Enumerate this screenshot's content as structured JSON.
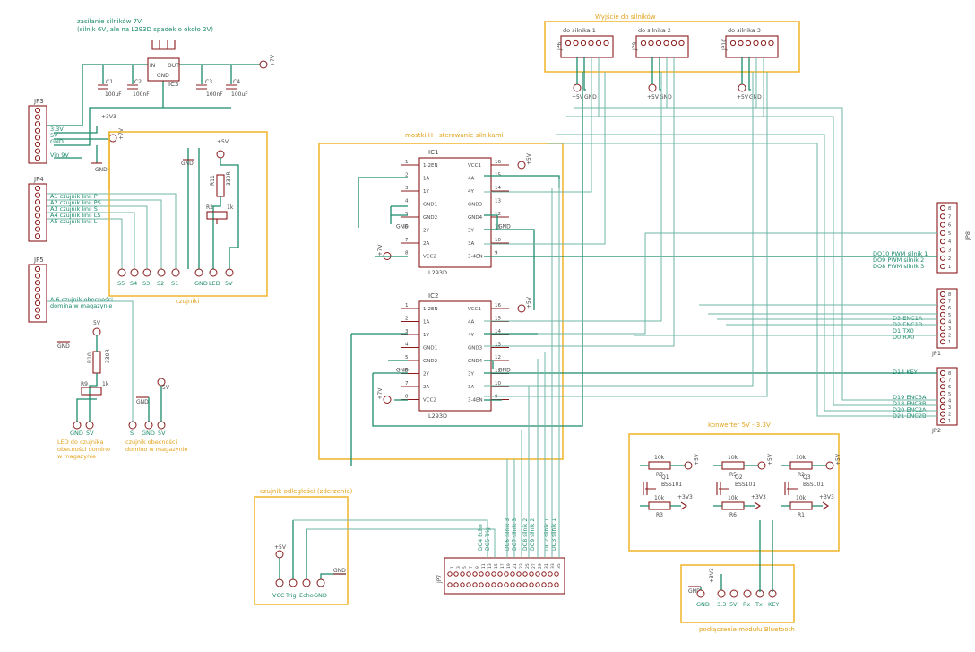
{
  "power_section": {
    "note_line1": "zasilanie silników 7V",
    "note_line2": "(silnik 6V, ale na L293D spadek o około 2V)",
    "regulator": "IC3",
    "reg_in": "IN",
    "reg_out": "OUT",
    "reg_gnd": "GND",
    "c1_name": "C1",
    "c1_val": "100uF",
    "c2_name": "C2",
    "c2_val": "100nF",
    "c3_name": "C3",
    "c3_val": "100nF",
    "c4_name": "C4",
    "c4_val": "100uF",
    "out_label": "+7V",
    "v33_label": "+3V3"
  },
  "jp3": {
    "name": "JP3",
    "lines": [
      "3.3V",
      "5V",
      "GND",
      "Vin 9V"
    ],
    "gnd": "GND",
    "plus7": "+7V"
  },
  "jp4": {
    "name": "JP4",
    "lines": [
      "A1 czujnik linii P",
      "A2 czujnik linii PS",
      "A3 czujnik linii S",
      "A4 czujnik linii LS",
      "A5 czujnik linii L"
    ]
  },
  "jp5": {
    "name": "JP5",
    "lines": [
      "A 6 czujnik obecności",
      "domina w magazynie"
    ]
  },
  "line_sensors": {
    "title": "czujniki",
    "gnd": "GND",
    "plus5": "+5V",
    "r_name": "R11",
    "r_val": "330R",
    "pot_name": "R2",
    "pot_val": "1k",
    "pins": [
      "S5",
      "S4",
      "S3",
      "S2",
      "S1",
      "GND",
      "LED",
      "5V"
    ]
  },
  "led_block": {
    "plus5": "5V",
    "gnd": "GND",
    "r_name": "R10",
    "r_val": "330R",
    "pot_name": "R9",
    "pot_val": "1k",
    "pins": [
      "GND",
      "5V"
    ],
    "caption": [
      "LED do czujnika",
      "obecności domino",
      "w magazynie"
    ]
  },
  "presence_sensor": {
    "gnd": "GND",
    "plus5": "+5V",
    "pins": [
      "S",
      "GND",
      "5V"
    ],
    "caption": [
      "czujnik obecności",
      "domino w magazynie"
    ]
  },
  "motors_out": {
    "title": "Wyjście do silników",
    "connectors": [
      {
        "name": "JP6",
        "label": "do silnika 1",
        "plus": "+5V",
        "gnd": "GND"
      },
      {
        "name": "JP9",
        "label": "do silnika 2",
        "plus": "+5V",
        "gnd": "GND"
      },
      {
        "name": "JP10",
        "label": "do silnika 3",
        "plus": "+5V",
        "gnd": "GND"
      }
    ]
  },
  "drivers": {
    "title": "mostki H - sterowanie silnikami",
    "ic1": {
      "name": "IC1",
      "part": "L293D",
      "plus5": "+5V",
      "plus7": "+7V",
      "gnd": "GND",
      "left_pins": [
        "1",
        "2",
        "3",
        "4",
        "5",
        "6",
        "7",
        "8"
      ],
      "left_names": [
        "1-2EN",
        "1A",
        "1Y",
        "GND1",
        "GND2",
        "2Y",
        "2A",
        "VCC2"
      ],
      "right_pins": [
        "16",
        "15",
        "14",
        "13",
        "12",
        "11",
        "10",
        "9"
      ],
      "right_names": [
        "VCC1",
        "4A",
        "4Y",
        "GND3",
        "GND4",
        "3Y",
        "3A",
        "3-4EN"
      ]
    },
    "ic2": {
      "name": "IC2",
      "part": "L293D",
      "plus5": "+5V",
      "plus7": "+7V",
      "gnd": "GND",
      "left_pins": [
        "1",
        "2",
        "3",
        "4",
        "5",
        "6",
        "7",
        "8"
      ],
      "left_names": [
        "1-2EN",
        "1A",
        "1Y",
        "GND1",
        "GND2",
        "2Y",
        "2A",
        "VCC2"
      ],
      "right_pins": [
        "16",
        "15",
        "14",
        "13",
        "12",
        "11",
        "10",
        "9"
      ],
      "right_names": [
        "VCC1",
        "4A",
        "4Y",
        "GND3",
        "GND4",
        "3Y",
        "3A",
        "3-4EN"
      ]
    }
  },
  "ultrasonic": {
    "title": "czujnik odległości (zderzenie)",
    "plus5": "+5V",
    "gnd": "GND",
    "pins": [
      "VCC",
      "Trig",
      "Echo",
      "GND"
    ]
  },
  "jp7": {
    "name": "JP7",
    "top_pins": [
      "1",
      "3",
      "5",
      "7",
      "9",
      "11",
      "13",
      "15",
      "17",
      "19",
      "21",
      "23",
      "25",
      "27",
      "29",
      "31",
      "33",
      "35"
    ],
    "signals": [
      "DO4 Echo",
      "DO5 Trig",
      "DO6 silnik 3",
      "DO7 silnik 3",
      "DO8 silnik 2",
      "DO9 silnik 2",
      "DO2 silnik 1",
      "DO3 silnik 1"
    ]
  },
  "jp8": {
    "name": "JP8",
    "signals": [
      "DO10 PWM silnik 1",
      "DO9 PWM silnik 2",
      "DO8 PWM silnik 3"
    ],
    "pins": [
      "1",
      "2",
      "3",
      "4",
      "5",
      "6",
      "7",
      "8"
    ]
  },
  "jp1": {
    "name": "JP1",
    "signals": [
      "D3 ENC1A",
      "D2 ENC1B",
      "D1 TX0",
      "D0 RX0"
    ],
    "pins": [
      "1",
      "2",
      "3",
      "4",
      "5",
      "6",
      "7",
      "8"
    ]
  },
  "jp2": {
    "name": "JP2",
    "signals": [
      "D14 KEY",
      "D19 ENC3A",
      "D18 ENC3B",
      "D20 ENC2A",
      "D21 ENC2B"
    ],
    "pins": [
      "1",
      "2",
      "3",
      "4",
      "5",
      "6",
      "7",
      "8"
    ]
  },
  "converter": {
    "title": "konwerter 5V - 3.3V",
    "r_top": [
      {
        "name": "R7",
        "val": "10k"
      },
      {
        "name": "R5",
        "val": "10k"
      },
      {
        "name": "R2",
        "val": "10k"
      }
    ],
    "r_bot": [
      {
        "name": "R3",
        "val": "10k"
      },
      {
        "name": "R6",
        "val": "10k"
      },
      {
        "name": "R1",
        "val": "10k"
      }
    ],
    "q": [
      {
        "name": "Q1",
        "part": "BSS101"
      },
      {
        "name": "Q2",
        "part": "BSS101"
      },
      {
        "name": "Q3",
        "part": "BSS101"
      }
    ],
    "plus5": "+5V",
    "v33": "+3V3"
  },
  "bluetooth": {
    "title": "podłączenie modułu Bluetooth",
    "gnd": "GND",
    "v33": "+3V3",
    "pins": [
      "GND",
      "3.3",
      "5V",
      "Rx",
      "Tx",
      "KEY"
    ]
  },
  "colors": {
    "wire": "#1b8a6b",
    "component": "#8a1a1a",
    "frame": "#f0b429",
    "label_orange": "#e3a21a"
  }
}
